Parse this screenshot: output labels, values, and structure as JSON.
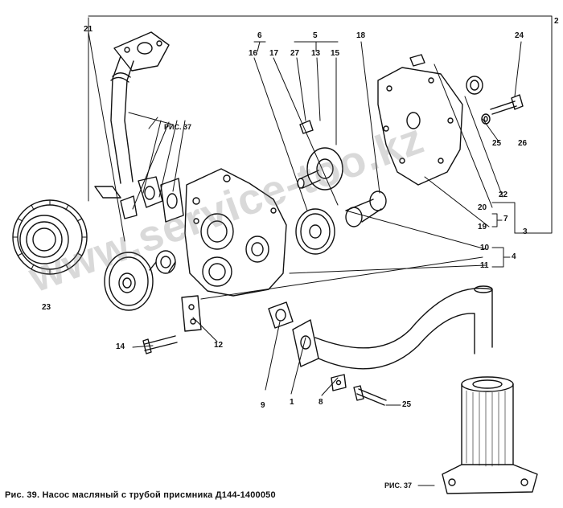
{
  "colors": {
    "line": "#111111",
    "paper": "#ffffff",
    "watermark": "#8c8c8c"
  },
  "callouts": {
    "n1": "1",
    "n2": "2",
    "n3": "3",
    "n4": "4",
    "n5": "5",
    "n6": "6",
    "n7": "7",
    "n8": "8",
    "n9": "9",
    "n10": "10",
    "n11": "11",
    "n12": "12",
    "n13": "13",
    "n14": "14",
    "n15": "15",
    "n16": "16",
    "n17": "17",
    "n18": "18",
    "n19": "19",
    "n20": "20",
    "n21": "21",
    "n22": "22",
    "n23": "23",
    "n24": "24",
    "n25a": "25",
    "n25b": "25",
    "n26": "26",
    "n27": "27"
  },
  "references": {
    "ref_top": "РИС. 37",
    "ref_bottom": "РИС. 37"
  },
  "caption": "Рис. 39. Насос масляный с трубой присмника Д144-1400050",
  "watermark": "www.service-too.kz"
}
